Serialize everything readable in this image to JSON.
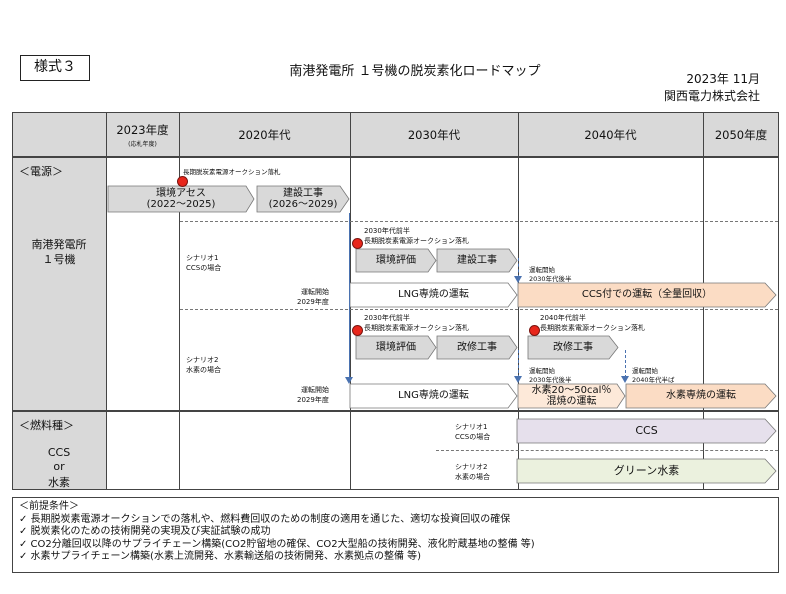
{
  "header": {
    "form_no": "様式３",
    "title": "南港発電所 １号機の脱炭素化ロードマップ",
    "date": "2023年 11月",
    "company": "関西電力株式会社"
  },
  "columns": {
    "c2023": "2023年度",
    "c2023_sub": "(応札年度)",
    "c2020s": "2020年代",
    "c2030s": "2030年代",
    "c2040s": "2040年代",
    "c2050": "2050年度"
  },
  "rows": {
    "power_label": "＜電源＞",
    "plant_line1": "南港発電所",
    "plant_line2": "１号機",
    "fuel_label": "＜燃料種＞",
    "fuel_ccs": "CCS",
    "fuel_or": "or",
    "fuel_h2": "水素"
  },
  "common": {
    "auction_label": "長期脱炭素電源オークション落札",
    "env_assess": "環境アセス",
    "env_assess_period": "(2022～2025)",
    "construction": "建設工事",
    "construction_period": "(2026～2029)"
  },
  "scenario1": {
    "label1": "シナリオ1",
    "label2": "CCSの場合",
    "early2030": "2030年代前半",
    "auction": "長期脱炭素電源オークション落札",
    "env": "環境評価",
    "build": "建設工事",
    "op_start": "運転開始",
    "op_year": "2029年度",
    "lng": "LNG専焼の運転",
    "op_start2": "運転開始",
    "op_year2": "2030年代後半",
    "ccs_run": "CCS付での運転（全量回収）"
  },
  "scenario2": {
    "label1": "シナリオ2",
    "label2": "水素の場合",
    "early2030": "2030年代前半",
    "auction": "長期脱炭素電源オークション落札",
    "env": "環境評価",
    "retrofit": "改修工事",
    "op_start": "運転開始",
    "op_year": "2029年度",
    "lng": "LNG専焼の運転",
    "early2040": "2040年代前半",
    "auction2": "長期脱炭素電源オークション落札",
    "retrofit2": "改修工事",
    "op_start2": "運転開始",
    "op_year2": "2030年代後半",
    "cofire1": "水素20～50cal％",
    "cofire2": "混焼の運転",
    "op_start3": "運転開始",
    "op_year3": "2040年代半ば",
    "h2_run": "水素専焼の運転"
  },
  "fuel": {
    "s1_label1": "シナリオ1",
    "s1_label2": "CCSの場合",
    "s1_bar": "CCS",
    "s2_label1": "シナリオ2",
    "s2_label2": "水素の場合",
    "s2_bar": "グリーン水素"
  },
  "notes": {
    "title": "＜前提条件＞",
    "items": [
      "✓ 長期脱炭素電源オークションでの落札や、燃料費回収のための制度の適用を通じた、適切な投資回収の確保",
      "✓ 脱炭素化のための技術開発の実現及び実証試験の成功",
      "✓ CO2分離回収以降のサプライチェーン構築(CO2貯留地の確保、CO2大型船の技術開発、液化貯蔵基地の整備 等)",
      "✓ 水素サプライチェーン構築(水素上流開発、水素輸送船の技術開発、水素拠点の整備 等)"
    ]
  },
  "colors": {
    "header_bg": "#d9d9d9",
    "gray_bar": "#d9d9d9",
    "orange_bar": "#fbdcc4",
    "light_orange": "#fde9d9",
    "purple_bar": "#e6e0ec",
    "green_bar": "#ebf1de",
    "white_bar": "#ffffff",
    "marker": "#e8261b",
    "arrow": "#4a72b0"
  }
}
